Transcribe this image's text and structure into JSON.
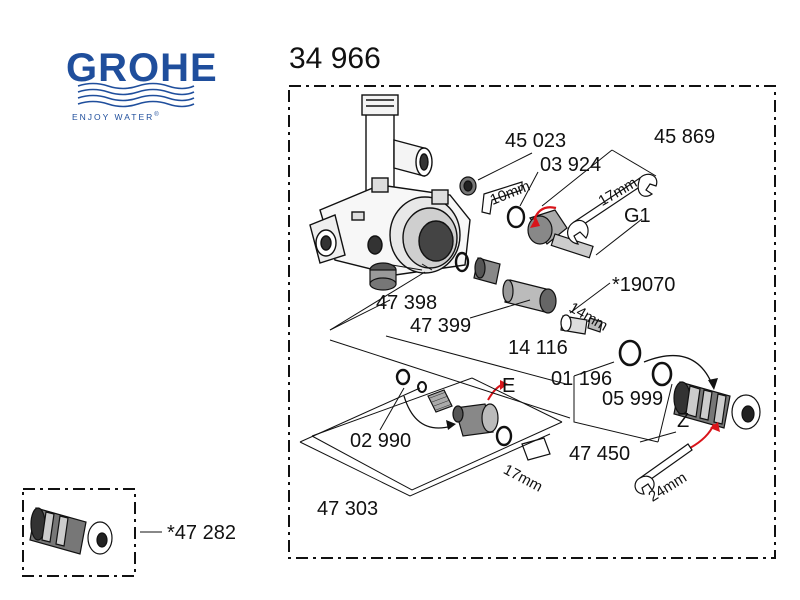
{
  "brand": {
    "name": "GROHE",
    "tagline": "ENJOY WATER",
    "registered_mark": "®",
    "color": "#1f4e9c"
  },
  "diagram": {
    "title": "34 966",
    "parts": {
      "p45023": "45 023",
      "p03924": "03 924",
      "p45869": "45 869",
      "pG1": "G1",
      "p19070": "*19070",
      "p47398": "47 398",
      "p47399": "47 399",
      "p14116": "14 116",
      "pE": "E",
      "p01196": "01 196",
      "p05999": "05 999",
      "pZ": "Z",
      "p02990": "02 990",
      "p47450": "47 450",
      "p47303": "47 303",
      "p47282": "*47 282"
    },
    "tools": {
      "t10mm": "10mm",
      "t17mm_top": "17mm",
      "t14mm": "14mm",
      "t17mm_bottom": "17mm",
      "t24mm": "24mm"
    },
    "colors": {
      "accent_red": "#d9141a",
      "line": "#111111",
      "part_shade": "#9a9a9a"
    }
  }
}
